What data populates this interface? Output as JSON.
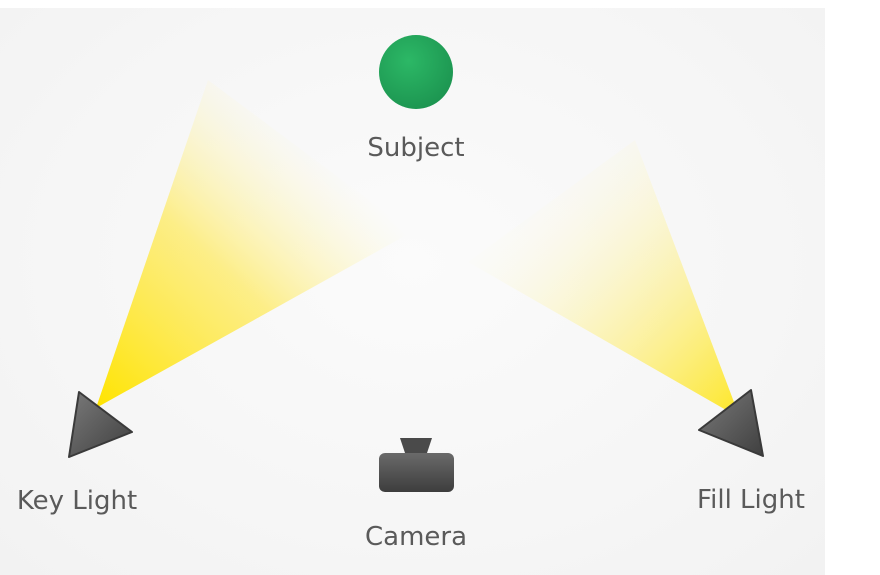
{
  "colors": {
    "subject": "#22a55b",
    "light_body": "#4d4d4d",
    "beam": "#ffe400",
    "camera": "#4f4f4f",
    "label": "#5a5a5a"
  },
  "nodes": {
    "subject": {
      "label": "Subject",
      "icon": "subject-circle"
    },
    "key_light": {
      "label": "Key Light",
      "icon": "spotlight-icon"
    },
    "fill_light": {
      "label": "Fill Light",
      "icon": "spotlight-icon"
    },
    "camera": {
      "label": "Camera",
      "icon": "camera-icon"
    }
  }
}
